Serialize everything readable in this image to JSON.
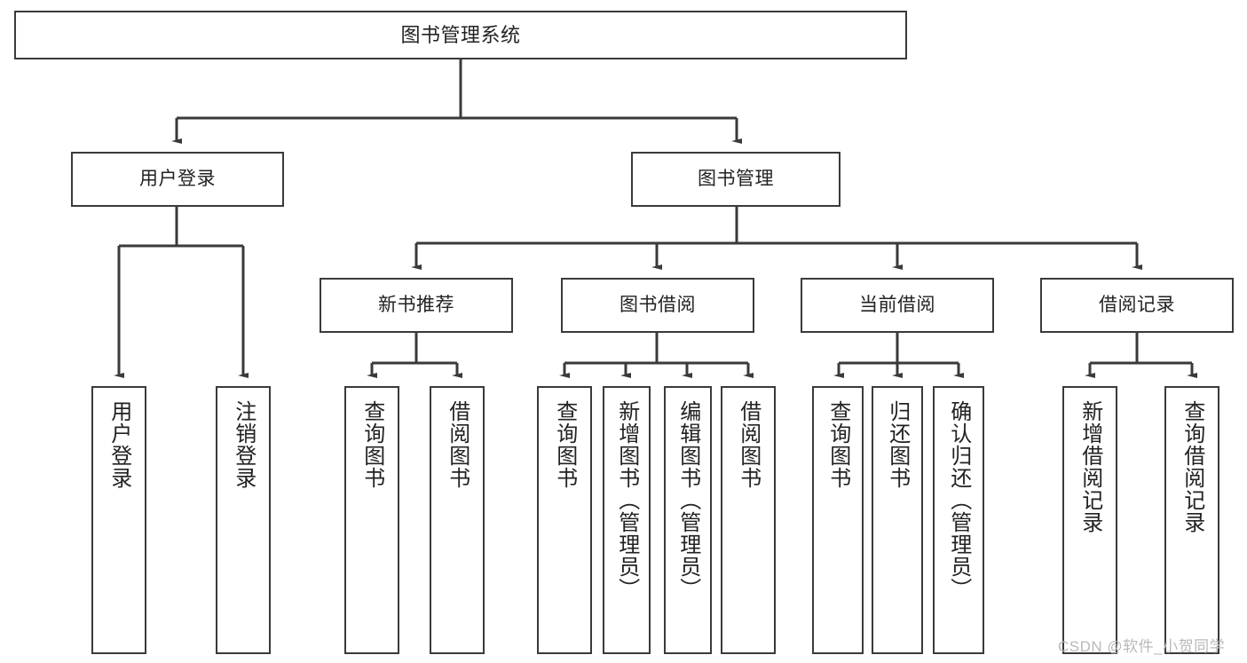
{
  "diagram": {
    "title": "图书管理系统",
    "type": "tree-hierarchy-chart",
    "colors": {
      "box_border": "#3a3a3a",
      "box_fill": "#ffffff",
      "connector": "#3a3a3a",
      "text": "#222222",
      "watermark": "#b9b9b9"
    }
  },
  "nodes": {
    "root": {
      "label": "图书管理系统"
    },
    "level1": [
      {
        "label": "用户登录"
      },
      {
        "label": "图书管理"
      }
    ],
    "level2": [
      {
        "label": "新书推荐"
      },
      {
        "label": "图书借阅"
      },
      {
        "label": "当前借阅"
      },
      {
        "label": "借阅记录"
      }
    ],
    "leaves": {
      "user_login": [
        {
          "label": "用户登录"
        },
        {
          "label": "注销登录"
        }
      ],
      "new_book_recommend": [
        {
          "label": "查询图书"
        },
        {
          "label": "借阅图书"
        }
      ],
      "book_borrow": [
        {
          "label": "查询图书"
        },
        {
          "label": "新增图书（管理员）"
        },
        {
          "label": "编辑图书（管理员）"
        },
        {
          "label": "借阅图书"
        }
      ],
      "current_borrow": [
        {
          "label": "查询图书"
        },
        {
          "label": "归还图书"
        },
        {
          "label": "确认归还（管理员）"
        }
      ],
      "borrow_record": [
        {
          "label": "新增借阅记录"
        },
        {
          "label": "查询借阅记录"
        }
      ]
    }
  },
  "watermark": {
    "text": "CSDN @软件_小贺同学"
  }
}
